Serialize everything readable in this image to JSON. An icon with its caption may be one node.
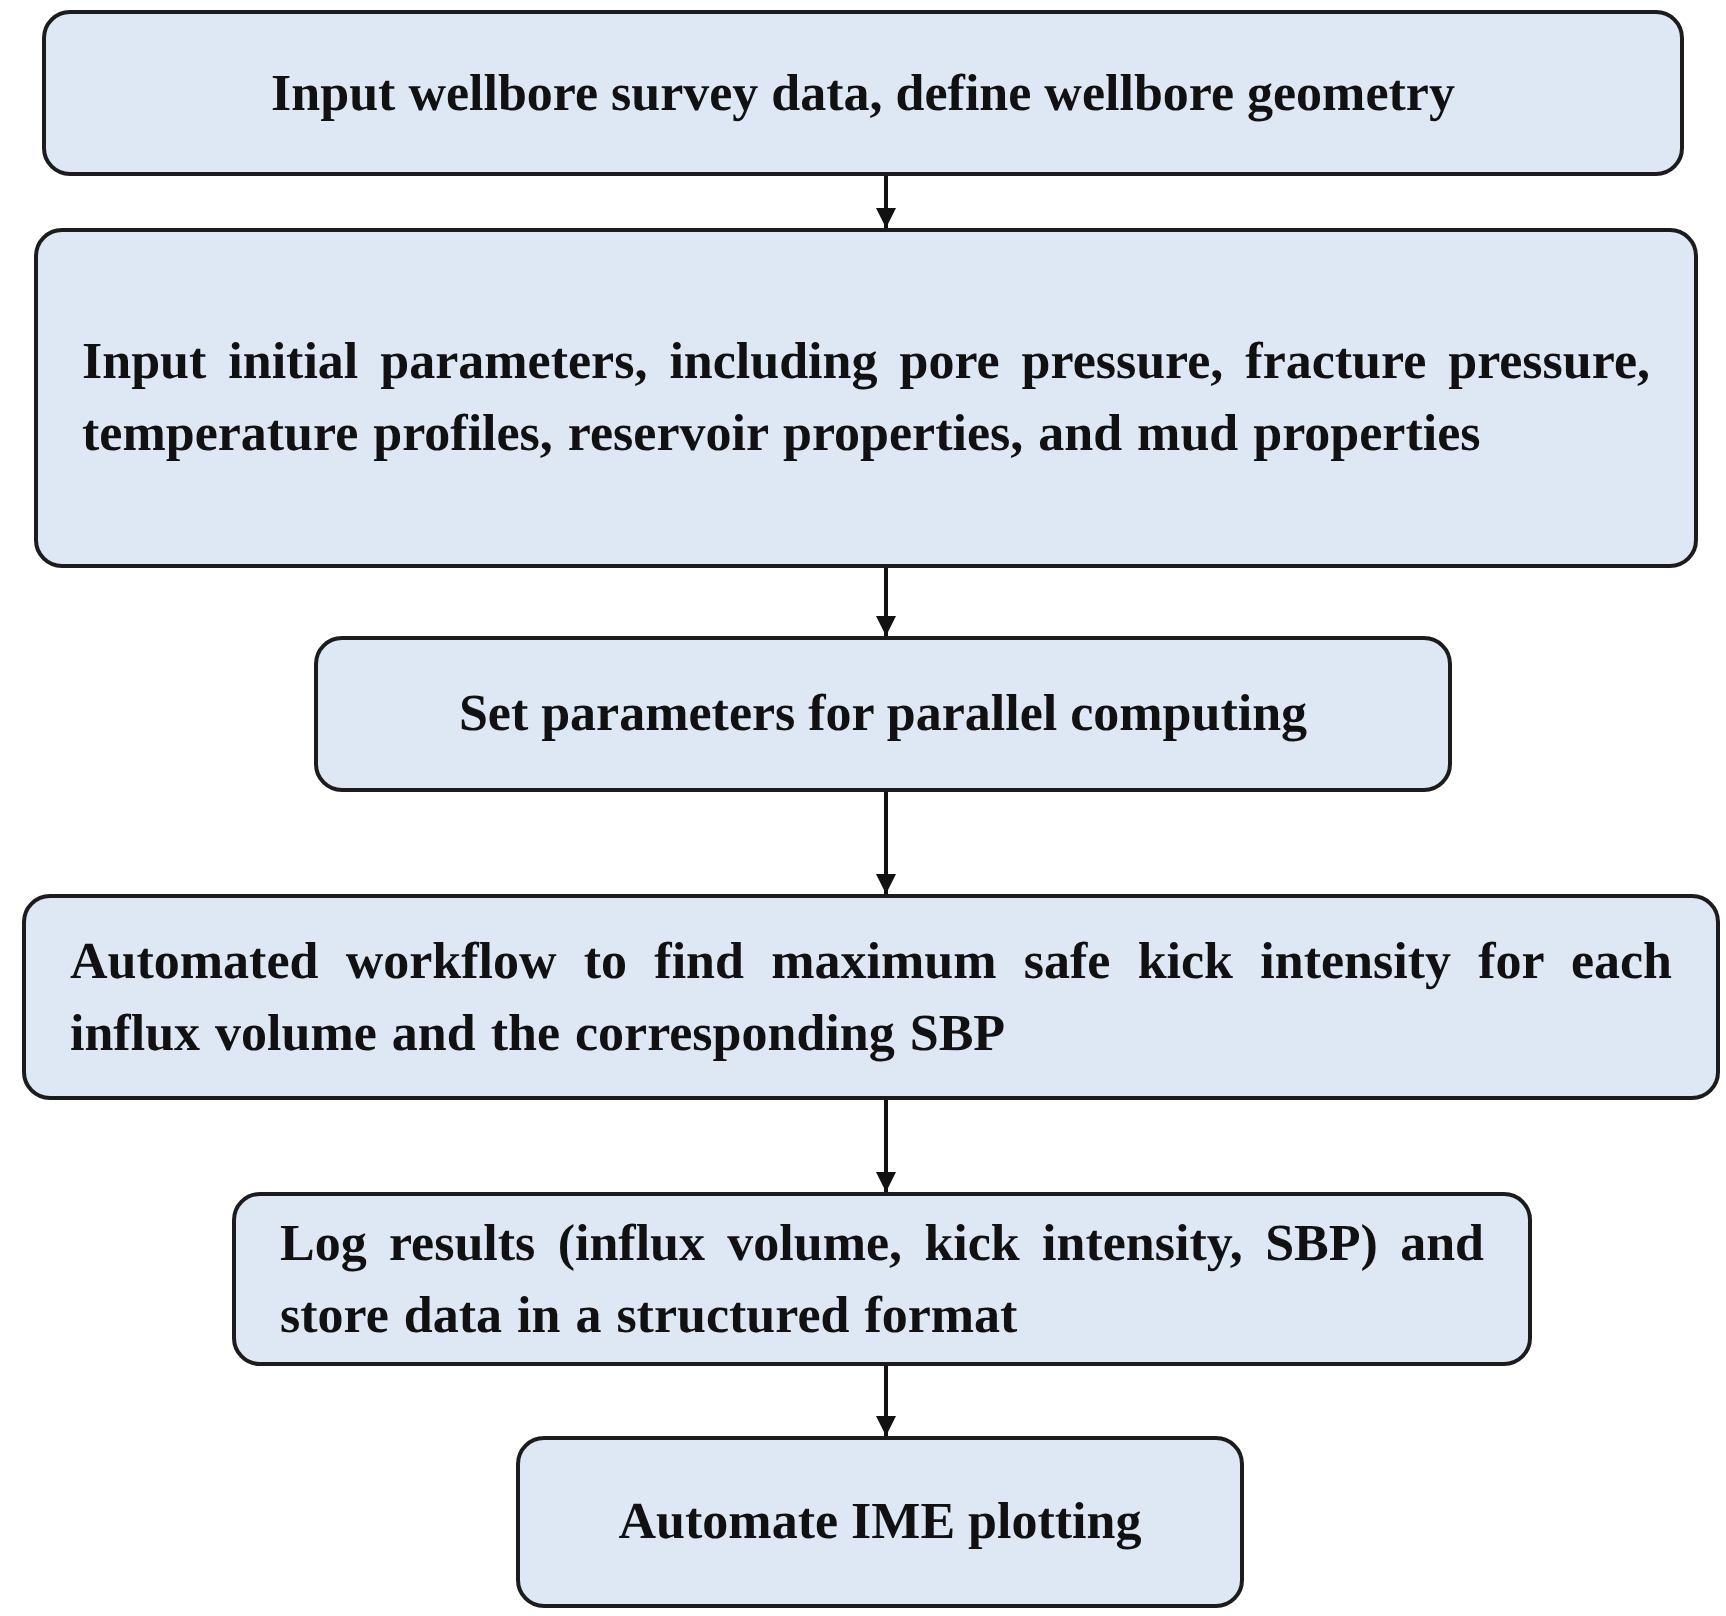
{
  "diagram": {
    "nodes": [
      {
        "text": [
          "Input wellbore survey data, define wellbore geometry"
        ]
      },
      {
        "text": [
          "Input initial parameters, including pore pressure, fracture pressure, temperature profiles, reservoir properties, and mud properties"
        ]
      },
      {
        "text": [
          "Set parameters for parallel computing"
        ]
      },
      {
        "text": [
          "Automated workflow to find maximum safe kick intensity for each influx volume and the corresponding SBP"
        ]
      },
      {
        "text": [
          "Log results (influx volume, kick intensity, SBP) and store data in a structured format"
        ]
      },
      {
        "text": [
          "Automate IME plotting"
        ]
      }
    ],
    "edges": [
      {
        "from": 0,
        "to": 1,
        "arrow": "to"
      },
      {
        "from": 1,
        "to": 2,
        "arrow": "to"
      },
      {
        "from": 2,
        "to": 3,
        "arrow": "to"
      },
      {
        "from": 3,
        "to": 4,
        "arrow": "to"
      },
      {
        "from": 4,
        "to": 5,
        "arrow": "to"
      }
    ]
  }
}
